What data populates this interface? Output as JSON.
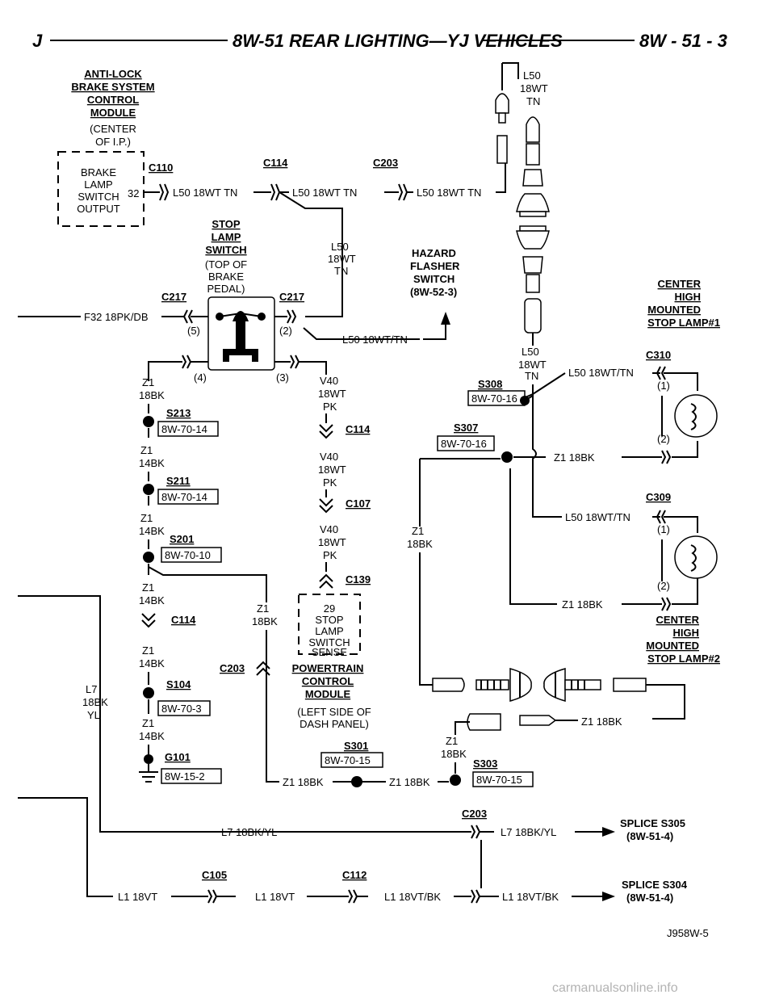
{
  "header": {
    "left": "J",
    "title": "8W-51 REAR LIGHTING—YJ VEHICLES",
    "page": "8W - 51 - 3"
  },
  "abs_module": {
    "name": [
      "ANTI-LOCK",
      "BRAKE SYSTEM",
      "CONTROL",
      "MODULE"
    ],
    "location": [
      "(CENTER",
      "OF I.P.)"
    ]
  },
  "brake_output": {
    "lines": [
      "BRAKE",
      "LAMP",
      "SWITCH",
      "OUTPUT"
    ],
    "pin": "32"
  },
  "stop_switch": {
    "name": [
      "STOP",
      "LAMP",
      "SWITCH"
    ],
    "location": [
      "(TOP OF",
      "BRAKE",
      "PEDAL)"
    ],
    "pins": [
      "(5)",
      "(2)",
      "(4)",
      "(3)"
    ]
  },
  "hazard": [
    "HAZARD",
    "FLASHER",
    "SWITCH",
    "(8W-52-3)"
  ],
  "center_lamp1": [
    "CENTER",
    "HIGH",
    "MOUNTED",
    "STOP LAMP#1"
  ],
  "center_lamp2": [
    "CENTER",
    "HIGH",
    "MOUNTED",
    "STOP LAMP#2"
  ],
  "pcm": {
    "name": [
      "POWERTRAIN",
      "CONTROL",
      "MODULE"
    ],
    "location": [
      "(LEFT SIDE OF",
      "DASH PANEL)"
    ],
    "box": [
      "29",
      "STOP",
      "LAMP",
      "SWITCH",
      "SENSE"
    ]
  },
  "connectors": {
    "c110": "C110",
    "c114": "C114",
    "c203": "C203",
    "c217": "C217",
    "c310": "C310",
    "c309": "C309",
    "c107": "C107",
    "c139": "C139",
    "c105": "C105",
    "c112": "C112",
    "g101": "G101"
  },
  "splices": {
    "s213": "S213",
    "s211": "S211",
    "s201": "S201",
    "s104": "S104",
    "s308": "S308",
    "s307": "S307",
    "s301": "S301",
    "s303": "S303"
  },
  "refs": {
    "r8w7014": "8W-70-14",
    "r8w7010": "8W-70-10",
    "r8w703": "8W-70-3",
    "r8w152": "8W-15-2",
    "r8w7016": "8W-70-16",
    "r8w7015": "8W-70-15"
  },
  "wires": {
    "l50": "L50 18WT TN",
    "l50_l": "L50",
    "wt18": "18WT",
    "tn": "TN",
    "l50_wt_tn": "L50 18WT/TN",
    "f32": "F32 18PK/DB",
    "z1": "Z1",
    "bk18": "18BK",
    "bk14": "14BK",
    "z1_18bk": "Z1 18BK",
    "v40": "V40",
    "pk": "PK",
    "l7": "L7",
    "yl": "YL",
    "l7_bkyl": "L7 18BK/YL",
    "l1_vt": "L1 18VT",
    "l1_vtbk": "L1 18VT/BK"
  },
  "pins": {
    "p1": "(1)",
    "p2": "(2)"
  },
  "splice_s305": [
    "SPLICE S305",
    "(8W-51-4)"
  ],
  "splice_s304": [
    "SPLICE S304",
    "(8W-51-4)"
  ],
  "figure_id": "J958W-5",
  "watermark": "carmanualsonline.info"
}
